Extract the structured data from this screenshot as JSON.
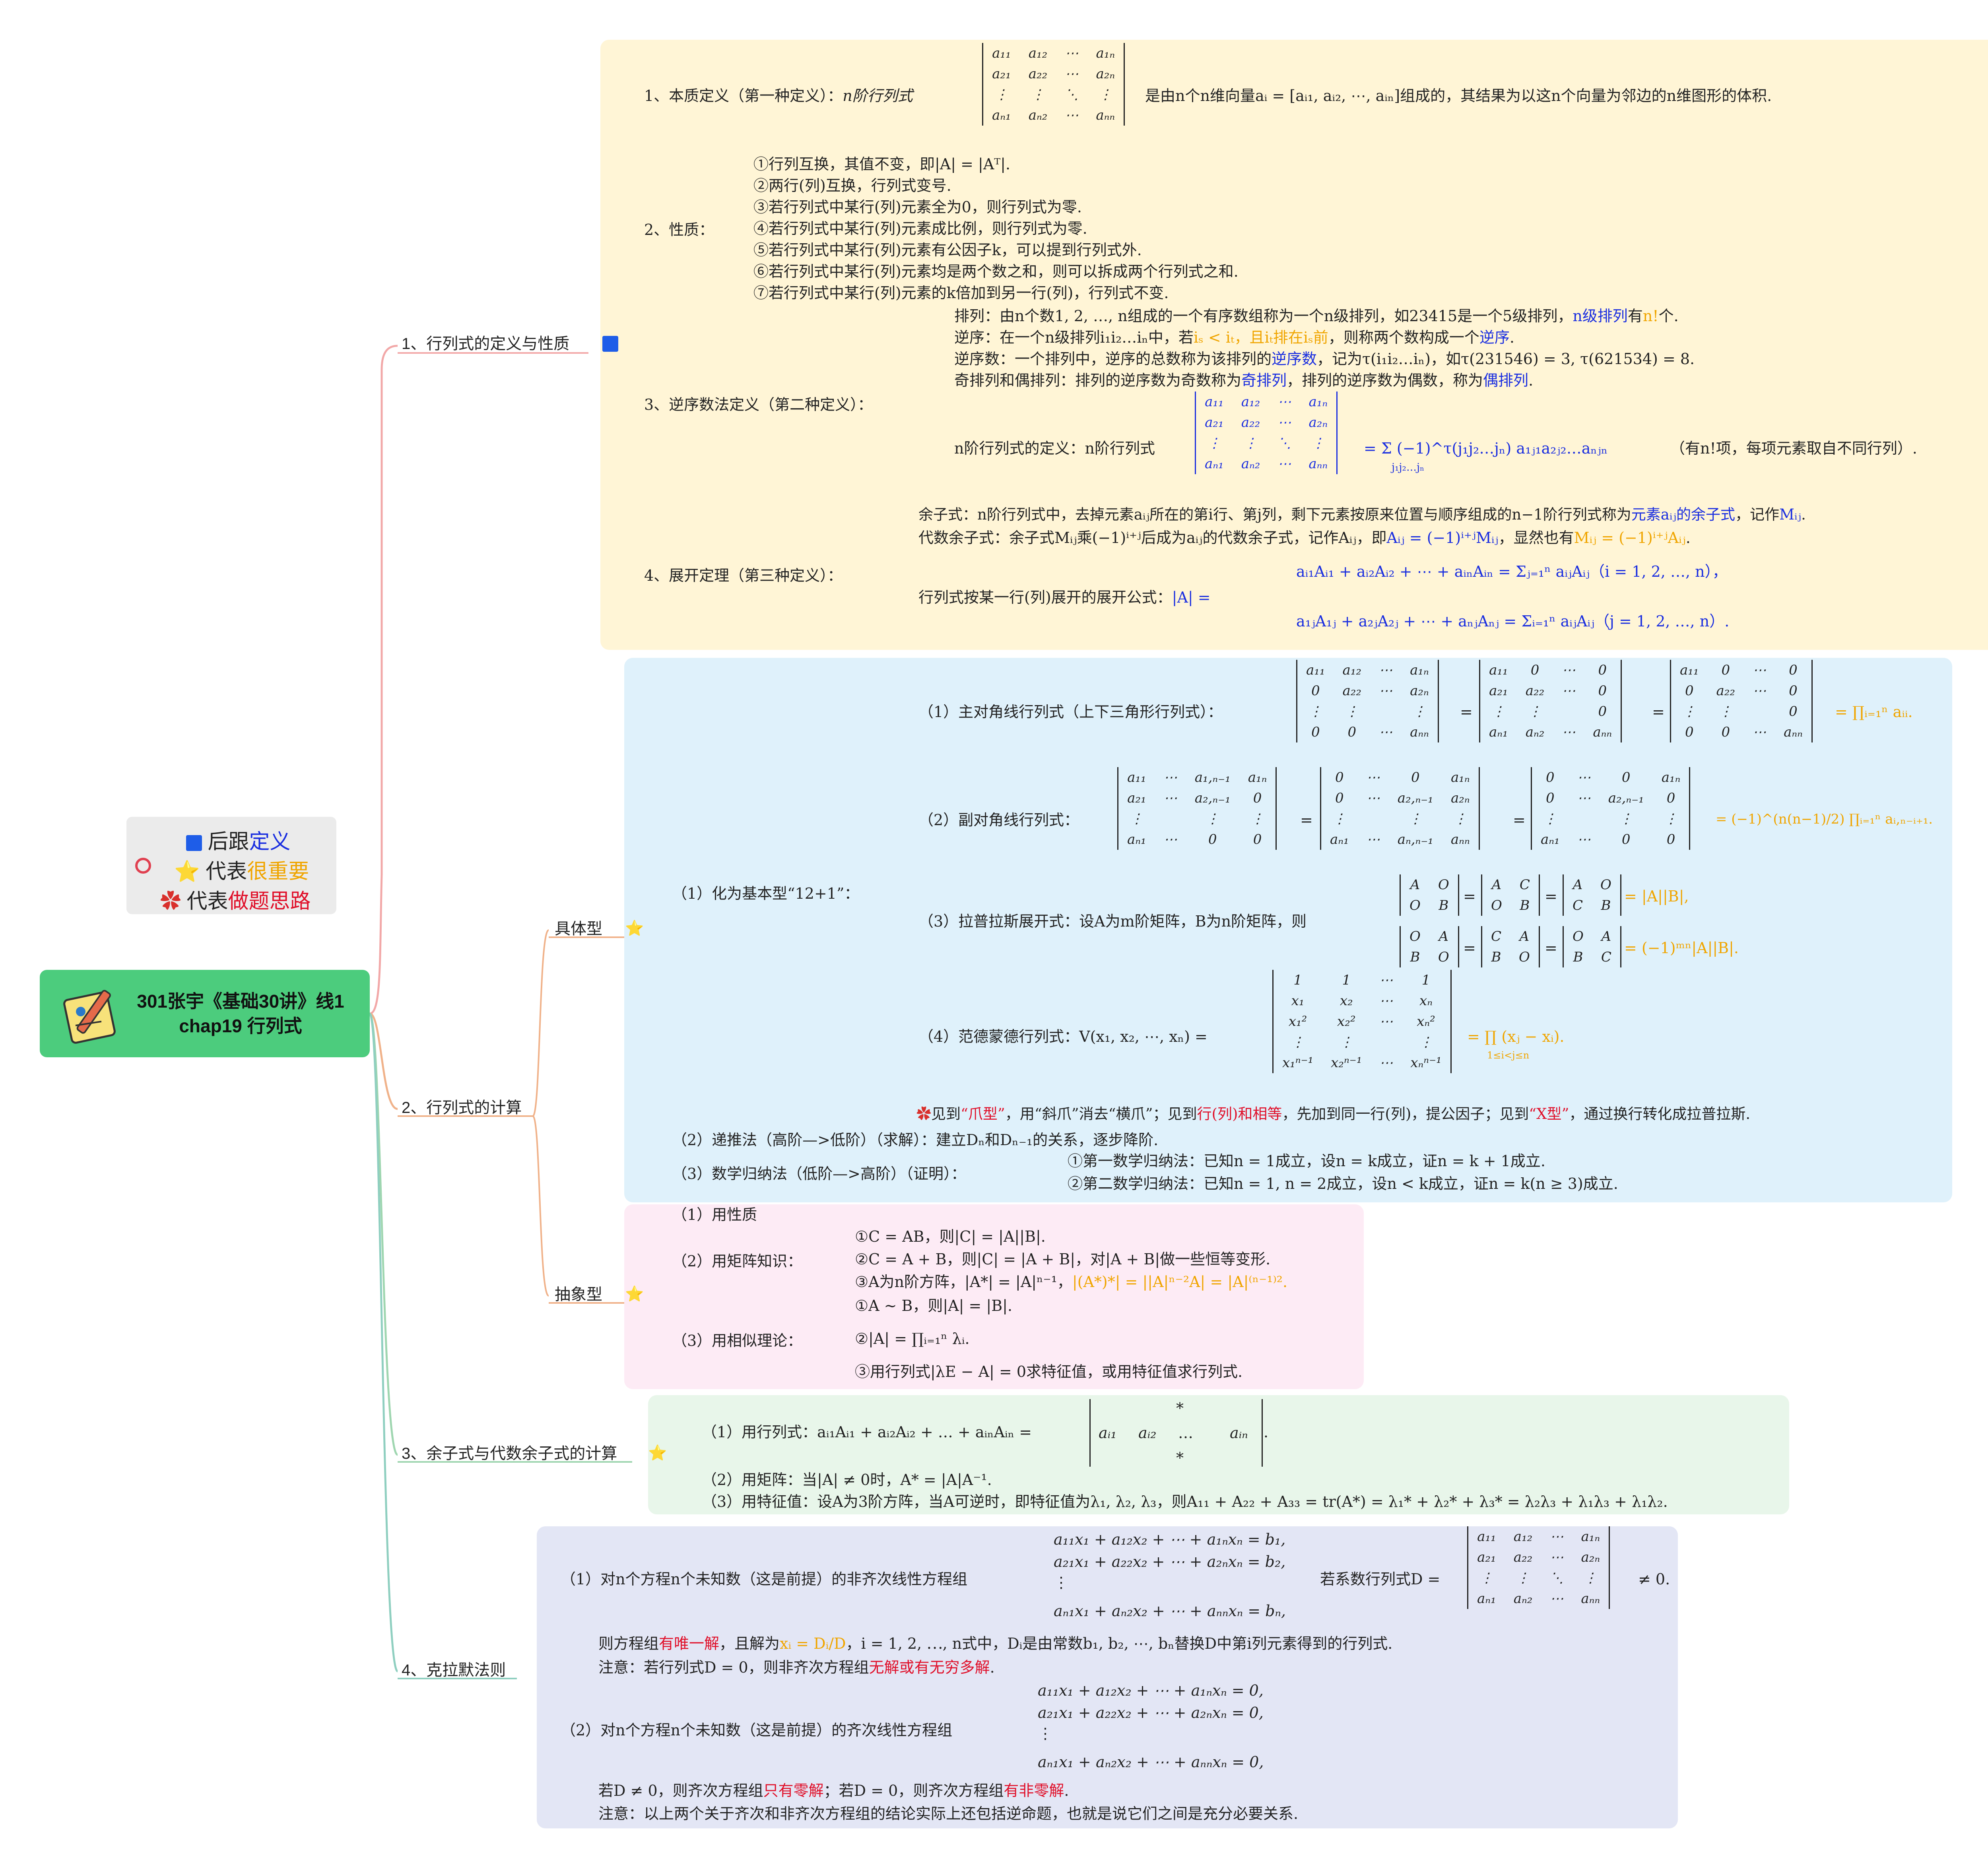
{
  "root": {
    "line1": "301张宇《基础30讲》线1",
    "line2": "chap19 行列式"
  },
  "legend": {
    "row1": {
      "pre": "后跟",
      "hl": "定义"
    },
    "row2": {
      "pre": "代表",
      "hl": "很重要"
    },
    "row3": {
      "pre": "代表",
      "hl": "做题思路"
    }
  },
  "colors": {
    "root": "#4ccc7d",
    "panel1": "#fff5d6",
    "panel2": "#dff1fb",
    "panel3": "#fdebf5",
    "panel4": "#e8f6ea",
    "panel5": "#e3e6f5",
    "blue": "#1a2ee0",
    "orange": "#f0a500",
    "red": "#e0102a"
  },
  "icons": [
    "blue-square-icon",
    "star-icon",
    "flower-icon",
    "circle-marker-icon",
    "notepad-icon"
  ],
  "branches": {
    "b1": "1、行列式的定义与性质",
    "b2": "2、行列式的计算",
    "b2a": "具体型",
    "b2b": "抽象型",
    "b3": "3、余子式与代数余子式的计算",
    "b4": "4、克拉默法则"
  },
  "s1": {
    "h1": "1、本质定义（第一种定义）：",
    "h1_lead": "n阶行列式",
    "h1_tail": "是由n个n维向量aᵢ = [aᵢ₁, aᵢ₂, ⋯, aᵢₙ]组成的，其结果为以这n个向量为邻边的n维图形的体积.",
    "h2": "2、性质：",
    "props": [
      "①行列互换，其值不变，即|A| = |Aᵀ|.",
      "②两行(列)互换，行列式变号.",
      "③若行列式中某行(列)元素全为0，则行列式为零.",
      "④若行列式中某行(列)元素成比例，则行列式为零.",
      "⑤若行列式中某行(列)元素有公因子k，可以提到行列式外.",
      "⑥若行列式中某行(列)元素均是两个数之和，则可以拆成两个行列式之和.",
      "⑦若行列式中某行(列)元素的k倍加到另一行(列)，行列式不变."
    ],
    "h3": "3、逆序数法定义（第二种定义）：",
    "inv1_a": "排列：由n个数1, 2, …, n组成的一个有序数组称为一个n级排列，如23415是一个5级排列，",
    "inv1_b": "n级排列",
    "inv1_c": "有",
    "inv1_d": "n!",
    "inv1_e": "个.",
    "inv2_a": "逆序：在一个n级排列i₁i₂…iₙ中，若",
    "inv2_b": "iₛ < iₜ，且iₜ排在iₛ前",
    "inv2_c": "，则称两个数构成一个",
    "inv2_d": "逆序",
    "inv2_e": ".",
    "inv3_a": "逆序数：一个排列中，逆序的总数称为该排列的",
    "inv3_b": "逆序数",
    "inv3_c": "，记为τ(i₁i₂…iₙ)，如τ(231546) = 3, τ(621534) = 8.",
    "inv4_a": "奇排列和偶排列：排列的逆序数为奇数称为",
    "inv4_b": "奇排列",
    "inv4_c": "，排列的逆序数为偶数，称为",
    "inv4_d": "偶排列",
    "inv4_e": ".",
    "inv5_a": "n阶行列式的定义：n阶行列式",
    "inv5_b": "= Σ (−1)^τ(j₁j₂…jₙ) a₁ⱼ₁a₂ⱼ₂…aₙⱼₙ",
    "inv5_sub": "j₁j₂…jₙ",
    "inv5_c": "（有n!项，每项元素取自不同行列）.",
    "h4": "4、展开定理（第三种定义）：",
    "ex1_a": "余子式：n阶行列式中，去掉元素aᵢⱼ所在的第i行、第j列，剩下元素按原来位置与顺序组成的n−1阶行列式称为",
    "ex1_b": "元素aᵢⱼ的余子式",
    "ex1_c": "，记作",
    "ex1_d": "Mᵢⱼ",
    "ex1_e": ".",
    "ex2_a": "代数余子式：余子式Mᵢⱼ乘(−1)ⁱ⁺ʲ后成为aᵢⱼ的代数余子式，记作Aᵢⱼ，即",
    "ex2_b": "Aᵢⱼ = (−1)ⁱ⁺ʲMᵢⱼ",
    "ex2_c": "，显然也有",
    "ex2_d": "Mᵢⱼ = (−1)ⁱ⁺ʲAᵢⱼ",
    "ex2_e": ".",
    "ex3_a": "行列式按某一行(列)展开的展开公式：",
    "ex3_b": "|A| =",
    "ex3_r1": "aᵢ₁Aᵢ₁ + aᵢ₂Aᵢ₂ + ⋯ + aᵢₙAᵢₙ = Σⱼ₌₁ⁿ aᵢⱼAᵢⱼ（i = 1, 2, …, n），",
    "ex3_r2": "a₁ⱼA₁ⱼ + a₂ⱼA₂ⱼ + ⋯ + aₙⱼAₙⱼ = Σᵢ₌₁ⁿ aᵢⱼAᵢⱼ（j = 1, 2, …, n）."
  },
  "s2": {
    "h1": "（1）化为基本型“12+1”：",
    "c1": "（1）主对角线行列式（上下三角形行列式）：",
    "c1_res": "= ∏ᵢ₌₁ⁿ aᵢᵢ.",
    "c2": "（2）副对角线行列式：",
    "c2_res": "= (−1)^(n(n−1)/2) ∏ᵢ₌₁ⁿ aᵢ,ₙ₋ᵢ₊₁.",
    "c3": "（3）拉普拉斯展开式：设A为m阶矩阵，B为n阶矩阵，则",
    "c3_res1": "= |A||B|,",
    "c3_res2": "= (−1)ᵐⁿ|A||B|.",
    "c4": "（4）范德蒙德行列式：V(x₁, x₂, ⋯, xₙ) =",
    "c4_res": "= ∏ (xⱼ − xᵢ).",
    "c4_sub": "1≤i<j≤n",
    "tip_a": "见到",
    "tip_b": "“爪型”",
    "tip_c": "，用“斜爪”消去“横爪”；见到",
    "tip_d": "行(列)和相等",
    "tip_e": "，先加到同一行(列)，提公因子；见到",
    "tip_f": "“X型”",
    "tip_g": "，通过换行转化成拉普拉斯.",
    "r2": "（2）递推法（高阶—>低阶）（求解）：建立Dₙ和Dₙ₋₁的关系，逐步降阶.",
    "r3": "（3）数学归纳法（低阶—>高阶）（证明）：",
    "r3_1": "①第一数学归纳法：已知n = 1成立，设n = k成立，证n = k + 1成立.",
    "r3_2": "②第二数学归纳法：已知n = 1, n = 2成立，设n < k成立，证n = k(n ≥ 3)成立."
  },
  "s3": {
    "a1": "（1）用性质",
    "a2": "（2）用矩阵知识：",
    "a2_1": "①C = AB，则|C| = |A||B|.",
    "a2_2": "②C = A + B，则|C| = |A + B|，对|A + B|做一些恒等变形.",
    "a2_3a": "③A为n阶方阵，|A*| = |A|ⁿ⁻¹，",
    "a2_3b": "|(A*)*| = ||A|ⁿ⁻²A| = |A|⁽ⁿ⁻¹⁾².",
    "a3": "（3）用相似理论：",
    "a3_1": "①A ∼ B，则|A| = |B|.",
    "a3_2": "②|A| = ∏ᵢ₌₁ⁿ λᵢ.",
    "a3_3": "③用行列式|λE − A| = 0求特征值，或用特征值求行列式."
  },
  "s4": {
    "q1": "（1）用行列式：aᵢ₁Aᵢ₁ + aᵢ₂Aᵢ₂ + … + aᵢₙAᵢₙ =",
    "q1_row": [
      "aᵢ₁",
      "aᵢ₂",
      "…",
      "aᵢₙ"
    ],
    "q1_star": "*",
    "q2": "（2）用矩阵：当|A| ≠ 0时，A* = |A|A⁻¹.",
    "q3": "（3）用特征值：设A为3阶方阵，当A可逆时，即特征值为λ₁, λ₂, λ₃，则A₁₁ + A₂₂ + A₃₃ = tr(A*) = λ₁* + λ₂* + λ₃* = λ₂λ₃ + λ₁λ₃ + λ₁λ₂."
  },
  "s5": {
    "k1": "（1）对n个方程n个未知数（这是前提）的非齐次线性方程组",
    "k1_eq": [
      "a₁₁x₁ + a₁₂x₂ + ⋯ + a₁ₙxₙ = b₁,",
      "a₂₁x₁ + a₂₂x₂ + ⋯ + a₂ₙxₙ = b₂,",
      "⋮",
      "aₙ₁x₁ + aₙ₂x₂ + ⋯ + aₙₙxₙ = bₙ,"
    ],
    "k1_d": "若系数行列式D =",
    "k1_ne": "≠ 0.",
    "k2_a": "则方程组",
    "k2_b": "有唯一解",
    "k2_c": "，且解为",
    "k2_d": "xᵢ = Dᵢ/D",
    "k2_e": "，i = 1, 2, ⋯, n式中，Dᵢ是由常数b₁, b₂, ⋯, bₙ替换D中第i列元素得到的行列式.",
    "k3_a": "注意：若行列式D = 0，则非齐次方程组",
    "k3_b": "无解或有无穷多解",
    "k3_c": ".",
    "k4": "（2）对n个方程n个未知数（这是前提）的齐次线性方程组",
    "k4_eq": [
      "a₁₁x₁ + a₁₂x₂ + ⋯ + a₁ₙxₙ = 0,",
      "a₂₁x₁ + a₂₂x₂ + ⋯ + a₂ₙxₙ = 0,",
      "⋮",
      "aₙ₁x₁ + aₙ₂x₂ + ⋯ + aₙₙxₙ = 0,"
    ],
    "k5_a": "若D ≠ 0，则齐次方程组",
    "k5_b": "只有零解",
    "k5_c": "；若D = 0，则齐次方程组",
    "k5_d": "有非零解",
    "k5_e": ".",
    "k6": "注意：以上两个关于齐次和非齐次方程组的结论实际上还包括逆命题，也就是说它们之间是充分必要关系."
  },
  "mat": {
    "gen": [
      [
        "a₁₁",
        "a₁₂",
        "⋯",
        "a₁ₙ"
      ],
      [
        "a₂₁",
        "a₂₂",
        "⋯",
        "a₂ₙ"
      ],
      [
        "⋮",
        "⋮",
        "⋱",
        "⋮"
      ],
      [
        "aₙ₁",
        "aₙ₂",
        "⋯",
        "aₙₙ"
      ]
    ],
    "up": [
      [
        "a₁₁",
        "a₁₂",
        "⋯",
        "a₁ₙ"
      ],
      [
        "0",
        "a₂₂",
        "⋯",
        "a₂ₙ"
      ],
      [
        "⋮",
        "⋮",
        "",
        "⋮"
      ],
      [
        "0",
        "0",
        "⋯",
        "aₙₙ"
      ]
    ],
    "low": [
      [
        "a₁₁",
        "0",
        "⋯",
        "0"
      ],
      [
        "a₂₁",
        "a₂₂",
        "⋯",
        "0"
      ],
      [
        "⋮",
        "⋮",
        "",
        "0"
      ],
      [
        "aₙ₁",
        "aₙ₂",
        "⋯",
        "aₙₙ"
      ]
    ],
    "diag": [
      [
        "a₁₁",
        "0",
        "⋯",
        "0"
      ],
      [
        "0",
        "a₂₂",
        "⋯",
        "0"
      ],
      [
        "⋮",
        "⋮",
        "",
        "0"
      ],
      [
        "0",
        "0",
        "⋯",
        "aₙₙ"
      ]
    ],
    "ad1": [
      [
        "a₁₁",
        "⋯",
        "a₁,ₙ₋₁",
        "a₁ₙ"
      ],
      [
        "a₂₁",
        "⋯",
        "a₂,ₙ₋₁",
        "0"
      ],
      [
        "⋮",
        "",
        "⋮",
        "⋮"
      ],
      [
        "aₙ₁",
        "⋯",
        "0",
        "0"
      ]
    ],
    "ad2": [
      [
        "0",
        "⋯",
        "0",
        "a₁ₙ"
      ],
      [
        "0",
        "⋯",
        "a₂,ₙ₋₁",
        "a₂ₙ"
      ],
      [
        "⋮",
        "",
        "⋮",
        "⋮"
      ],
      [
        "aₙ₁",
        "⋯",
        "aₙ,ₙ₋₁",
        "aₙₙ"
      ]
    ],
    "ad3": [
      [
        "0",
        "⋯",
        "0",
        "a₁ₙ"
      ],
      [
        "0",
        "⋯",
        "a₂,ₙ₋₁",
        "0"
      ],
      [
        "⋮",
        "",
        "⋮",
        "⋮"
      ],
      [
        "aₙ₁",
        "⋯",
        "0",
        "0"
      ]
    ],
    "lp1": [
      [
        "A",
        "O"
      ],
      [
        "O",
        "B"
      ]
    ],
    "lp2": [
      [
        "A",
        "C"
      ],
      [
        "O",
        "B"
      ]
    ],
    "lp3": [
      [
        "A",
        "O"
      ],
      [
        "C",
        "B"
      ]
    ],
    "lp4": [
      [
        "O",
        "A"
      ],
      [
        "B",
        "O"
      ]
    ],
    "lp5": [
      [
        "C",
        "A"
      ],
      [
        "B",
        "O"
      ]
    ],
    "lp6": [
      [
        "O",
        "A"
      ],
      [
        "B",
        "C"
      ]
    ],
    "vd": [
      [
        "1",
        "1",
        "⋯",
        "1"
      ],
      [
        "x₁",
        "x₂",
        "⋯",
        "xₙ"
      ],
      [
        "x₁²",
        "x₂²",
        "⋯",
        "xₙ²"
      ],
      [
        "⋮",
        "⋮",
        "",
        "⋮"
      ],
      [
        "x₁ⁿ⁻¹",
        "x₂ⁿ⁻¹",
        "⋯",
        "xₙⁿ⁻¹"
      ]
    ]
  }
}
